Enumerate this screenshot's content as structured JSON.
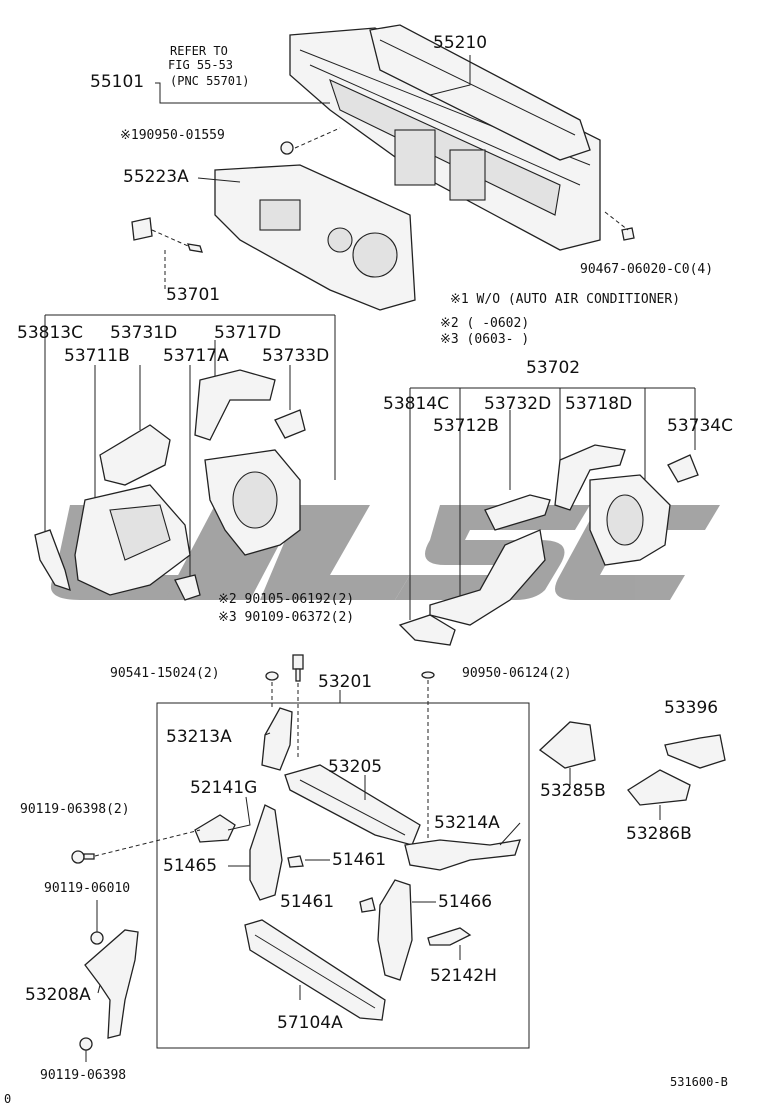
{
  "watermark": {
    "text": "ULSC",
    "color": "#8a8a8a"
  },
  "notes": {
    "refer_line1": "REFER TO",
    "refer_line2": "FIG 55-53",
    "refer_line3": "(PNC 55701)",
    "footnote1": "※1 W/O (AUTO AIR CONDITIONER)",
    "footnote2": "※2 (       -0602)",
    "footnote3": "※3 (0603-       )",
    "figure_code": "531600-B",
    "corner_mark": "0"
  },
  "parts": {
    "p55210": "55210",
    "p55101": "55101",
    "p90950_01559": "※190950-01559",
    "p55223A": "55223A",
    "p90467": "90467-06020-C0(4)",
    "p53701": "53701",
    "p53813C": "53813C",
    "p53731D": "53731D",
    "p53717D": "53717D",
    "p53711B": "53711B",
    "p53717A": "53717A",
    "p53733D": "53733D",
    "p53702": "53702",
    "p53814C": "53814C",
    "p53732D": "53732D",
    "p53718D": "53718D",
    "p53712B": "53712B",
    "p53734C": "53734C",
    "p90105": "※2 90105-06192(2)",
    "p90109": "※3 90109-06372(2)",
    "p90541": "90541-15024(2)",
    "p53201": "53201",
    "p90950_06124": "90950-06124(2)",
    "p53213A": "53213A",
    "p53205": "53205",
    "p52141G": "52141G",
    "p53214A": "53214A",
    "p90119_06398_2": "90119-06398(2)",
    "p51465": "51465",
    "p51461a": "51461",
    "p51461b": "51461",
    "p51466": "51466",
    "p90119_06010": "90119-06010",
    "p52142H": "52142H",
    "p53208A": "53208A",
    "p57104A": "57104A",
    "p90119_06398": "90119-06398",
    "p53396": "53396",
    "p53285B": "53285B",
    "p53286B": "53286B"
  }
}
